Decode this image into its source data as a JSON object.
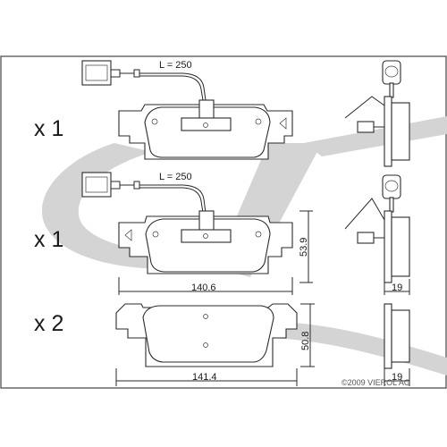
{
  "quantities": [
    "x 1",
    "x 1",
    "x 2"
  ],
  "sensor_lengths": [
    "L = 250",
    "L = 250"
  ],
  "dimensions": {
    "height_pad2": "53.9",
    "width_pad2": "140.6",
    "thickness_pad2": "19",
    "height_pad3": "50.8",
    "width_pad3": "141.4",
    "thickness_pad3": "19"
  },
  "copyright": "©2009 VIEROL AG",
  "colors": {
    "watermark": "#d4d4d4",
    "line": "#2a2a2a"
  }
}
